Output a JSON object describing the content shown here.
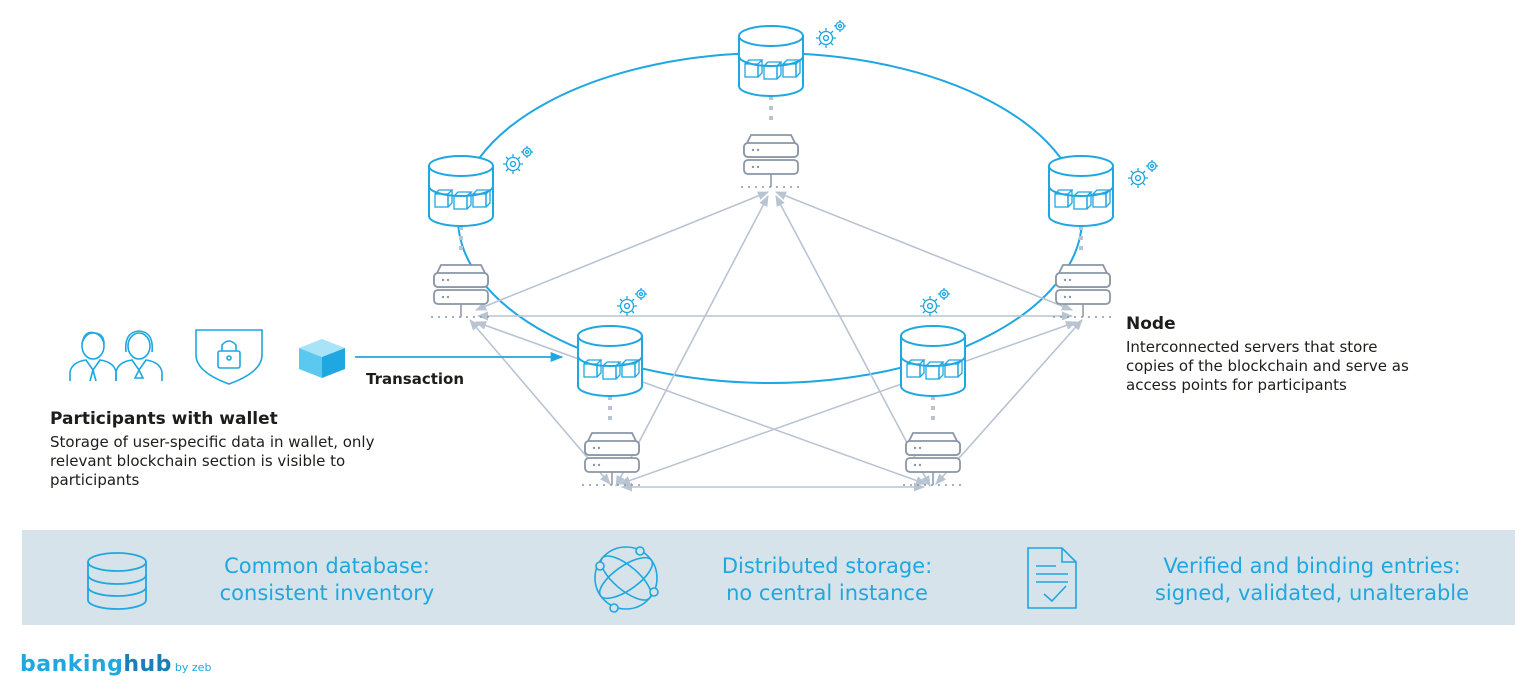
{
  "participants": {
    "title": "Participants with wallet",
    "description": "Storage of user-specific data in wallet, only relevant blockchain section is visible to participants"
  },
  "node": {
    "title": "Node",
    "description": "Interconnected servers that store copies of the blockchain and serve as access points for participants"
  },
  "transaction": {
    "label": "Transaction"
  },
  "features": [
    {
      "line1": "Common database:",
      "line2": "consistent inventory",
      "icon": "database-icon"
    },
    {
      "line1": "Distributed storage:",
      "line2": "no central instance",
      "icon": "globe-network-icon"
    },
    {
      "line1": "Verified and binding entries:",
      "line2": "signed, validated, unalterable",
      "icon": "verified-document-icon"
    }
  ],
  "logo": {
    "part1": "banking",
    "part2": "hub",
    "part3": "by zeb"
  },
  "colors": {
    "accent": "#1ea7e0",
    "connector": "#b8c4d2",
    "banner": "#d7e3eb",
    "server": "#8a96a6"
  }
}
